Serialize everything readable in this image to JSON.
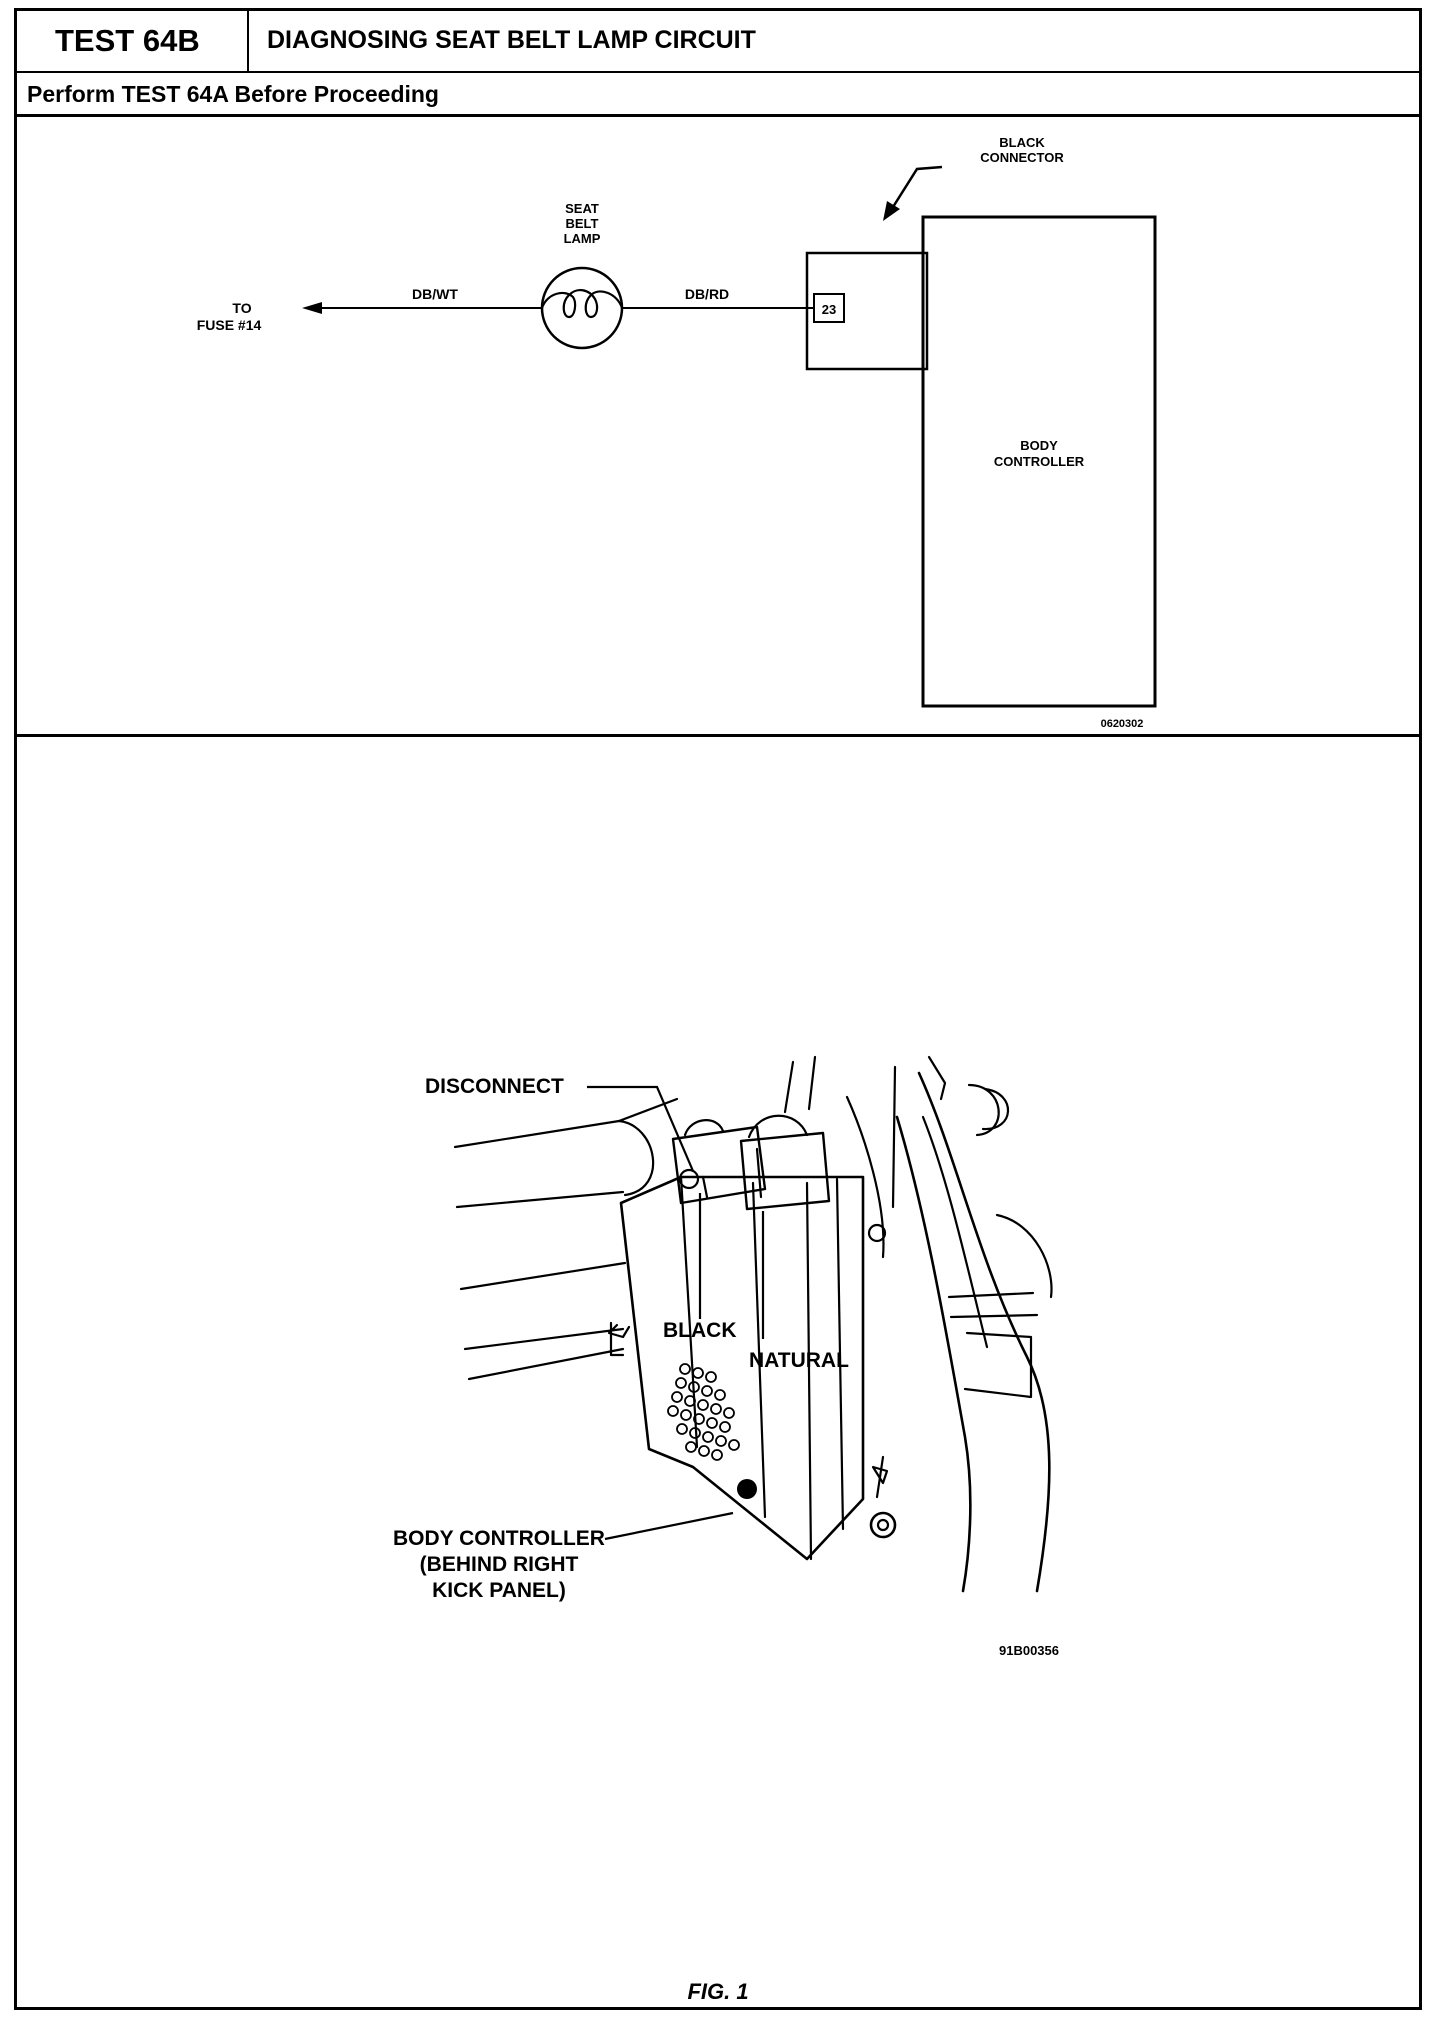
{
  "header": {
    "test_number": "TEST 64B",
    "title": "DIAGNOSING SEAT BELT LAMP CIRCUIT",
    "prerequisite": "Perform TEST 64A Before Proceeding"
  },
  "schematic": {
    "to_label": "TO",
    "fuse_label": "FUSE #14",
    "wire_left": "DB/WT",
    "lamp_label_1": "SEAT",
    "lamp_label_2": "BELT",
    "lamp_label_3": "LAMP",
    "wire_right": "DB/RD",
    "pin_number": "23",
    "connector_label_1": "BLACK",
    "connector_label_2": "CONNECTOR",
    "controller_label_1": "BODY",
    "controller_label_2": "CONTROLLER",
    "figure_code": "0620302"
  },
  "figure": {
    "disconnect_label": "DISCONNECT",
    "black_label": "BLACK",
    "natural_label": "NATURAL",
    "body_controller_label": "BODY CONTROLLER",
    "location_line_1": "(BEHIND RIGHT",
    "location_line_2": "KICK PANEL)",
    "figure_code": "91B00356",
    "caption": "FIG. 1"
  }
}
